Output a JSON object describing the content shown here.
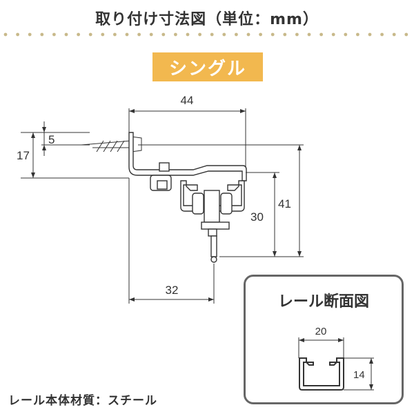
{
  "page": {
    "title": "取り付け寸法図（単位：mm）",
    "variant_label": "シングル",
    "material_note": "レール本体材質：スチール"
  },
  "main_diagram": {
    "dimensions": {
      "overall_width": "44",
      "bracket_offset_small": "5",
      "bracket_offset": "17",
      "height_to_runner": "30",
      "overall_height": "41",
      "hook_offset": "32"
    }
  },
  "rail_section": {
    "title": "レール断面図",
    "dimensions": {
      "width": "20",
      "height": "14"
    }
  },
  "colors": {
    "text": "#333333",
    "badge_background": "#f2b84f",
    "badge_text": "#ffffff",
    "dots": "#c8b98a",
    "box_border": "#666666"
  }
}
